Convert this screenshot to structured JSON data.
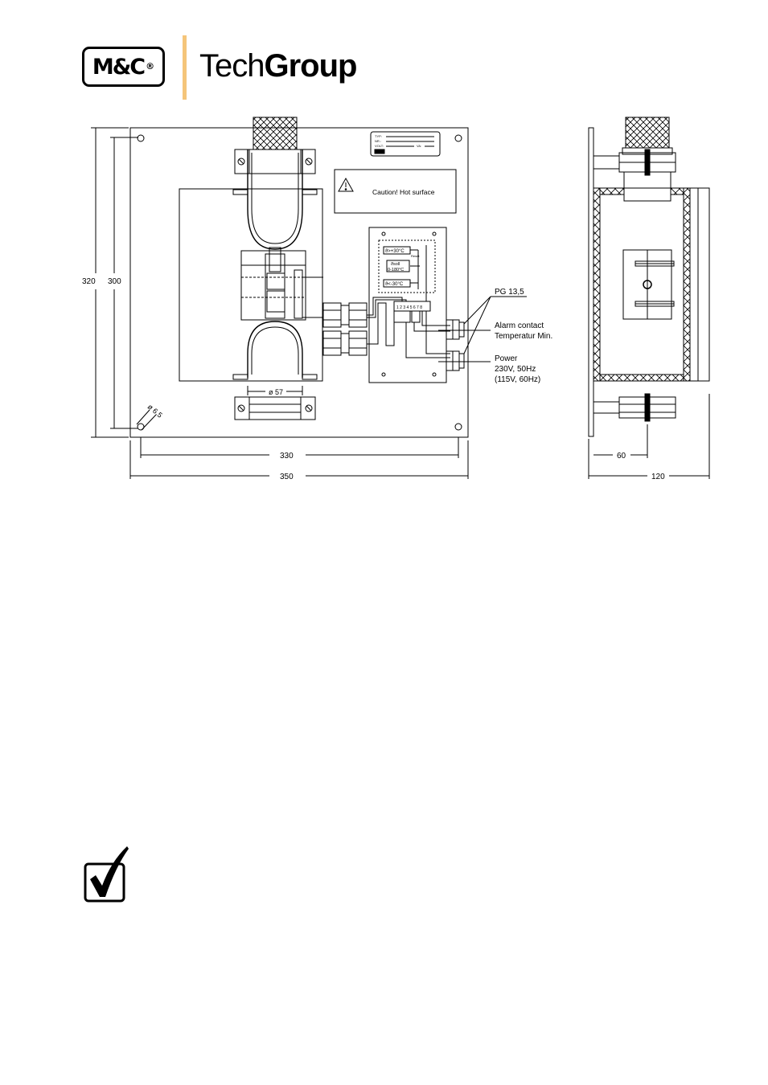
{
  "brand": {
    "mark": "M&C",
    "registered": "®",
    "name_light": "Tech",
    "name_bold": "Group",
    "accent_color": "#f5c57a"
  },
  "diagram": {
    "nameplate": {
      "typ": "TYP:",
      "nr": "NR.:",
      "volt": "VOLT:",
      "va": "VA:"
    },
    "caution": "Caution! Hot surface",
    "controller": {
      "label_high": "ϑ>+30°C",
      "label_reset": "Reset",
      "label_set": "ϑsoll",
      "label_set_range": "0-180°C",
      "label_low": "ϑ<-30°C",
      "terminals": [
        "1",
        "2",
        "3",
        "4",
        "5",
        "6",
        "7",
        "8"
      ]
    },
    "labels": {
      "pg": "PG 13,5",
      "alarm_1": "Alarm contact",
      "alarm_2": "Temperatur Min.",
      "power_1": "Power",
      "power_2": "230V, 50Hz",
      "power_3": "(115V, 60Hz)",
      "diameter_pipe": "ø 57",
      "diameter_hole": "ø 6,5"
    },
    "dimensions": {
      "height_outer": "320",
      "height_inner": "300",
      "width_inner": "330",
      "width_outer": "350",
      "depth_inner": "60",
      "depth_outer": "120"
    }
  },
  "icons": {
    "checkbox": "checkmark-checkbox-icon"
  }
}
